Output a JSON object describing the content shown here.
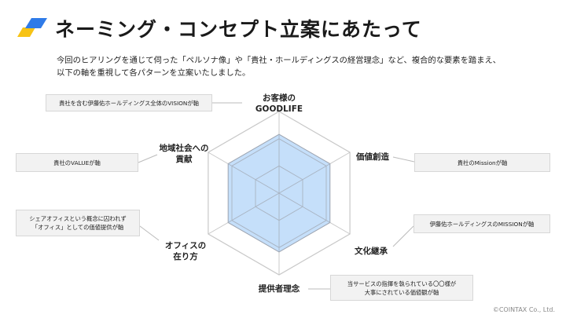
{
  "colors": {
    "logo_yellow": "#F7C315",
    "logo_blue": "#2F7BE8",
    "radar_fill": "#BFDBF9",
    "radar_stroke": "#9CA3AF",
    "note_bg": "#F2F2F2",
    "connector": "#BBBBBB"
  },
  "header": {
    "title": "ネーミング・コンセプト立案にあたって",
    "desc_line1": "今回のヒアリングを通じて伺った「ペルソナ像」や「貴社・ホールディングスの経営理念」など、複合的な要素を踏まえ、",
    "desc_line2": "以下の軸を重視して各パターンを立案いたしました。"
  },
  "radar": {
    "grid_levels": 3,
    "value_level": 0.72,
    "axes": [
      {
        "id": "top",
        "line1": "お客様の",
        "line2": "GOODLIFE"
      },
      {
        "id": "upper-right",
        "line1": "価値創造",
        "line2": ""
      },
      {
        "id": "lower-right",
        "line1": "文化継承",
        "line2": ""
      },
      {
        "id": "bottom",
        "line1": "提供者理念",
        "line2": ""
      },
      {
        "id": "lower-left",
        "line1": "オフィスの",
        "line2": "在り方"
      },
      {
        "id": "upper-left",
        "line1": "地域社会への",
        "line2": "貢献"
      }
    ]
  },
  "notes": {
    "top": {
      "line1": "貴社を含む伊藤佑ホールディングス全体のVISIONが軸",
      "line2": ""
    },
    "upper_left": {
      "line1": "貴社のVALUEが軸",
      "line2": ""
    },
    "lower_left": {
      "line1": "シェアオフィスという概念に囚われず",
      "line2": "「オフィス」としての価値提供が軸"
    },
    "upper_right": {
      "line1": "貴社のMissionが軸",
      "line2": ""
    },
    "lower_right": {
      "line1": "伊藤佑ホールディングスのMISSIONが軸",
      "line2": ""
    },
    "bottom": {
      "line1": "当サービスの指揮を執られている〇〇様が",
      "line2": "大事にされている価値観が軸"
    }
  },
  "footer": {
    "copyright": "©COINTAX Co., Ltd."
  }
}
